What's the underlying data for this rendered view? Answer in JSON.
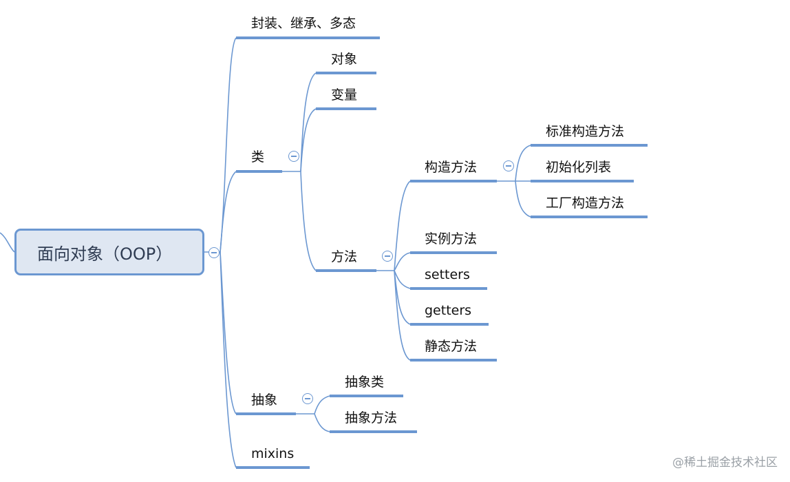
{
  "root": {
    "label": "面向对象（OOP）"
  },
  "branches": {
    "encapsulation": "封装、继承、多态",
    "class": "类",
    "class_object": "对象",
    "class_variable": "变量",
    "class_method": "方法",
    "constructor": "构造方法",
    "ctor_standard": "标准构造方法",
    "ctor_initializer": "初始化列表",
    "ctor_factory": "工厂构造方法",
    "instance_method": "实例方法",
    "setters": "setters",
    "getters": "getters",
    "static_method": "静态方法",
    "abstract": "抽象",
    "abstract_class": "抽象类",
    "abstract_method": "抽象方法",
    "mixins": "mixins"
  },
  "watermark": "@稀土掘金技术社区",
  "colors": {
    "line": "#6b97d1",
    "root_fill": "#dfe7f2",
    "root_border": "#6b97d1"
  },
  "toggle_icon": "collapse-minus"
}
